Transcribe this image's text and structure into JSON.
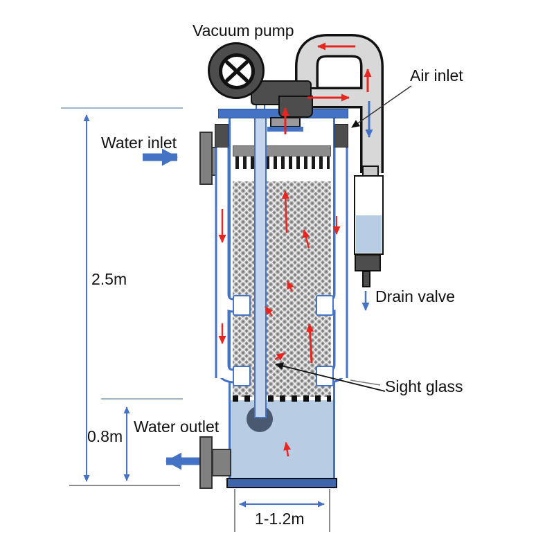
{
  "diagram": {
    "labels": {
      "vacuum_pump": "Vacuum pump",
      "air_inlet": "Air inlet",
      "water_inlet": "Water inlet",
      "drain_valve": "Drain valve",
      "sight_glass": "Sight glass",
      "water_outlet": "Water outlet"
    },
    "dimensions": {
      "overall_height": "2.5m",
      "tank_height": "0.8m",
      "vessel_width": "1-1.2m"
    },
    "icons": {
      "pump_icon": "circle-with-x-cross",
      "flow_arrow_red": "red-flow-arrow",
      "flow_arrow_blue": "blue-flow-arrow"
    },
    "colors": {
      "outline_blue": "#4472c4",
      "water_fill": "#b8cce4",
      "pipe_gray": "#d8d8d8",
      "dark_gray": "#4d4d4d",
      "flow_red": "#e8251f"
    }
  }
}
